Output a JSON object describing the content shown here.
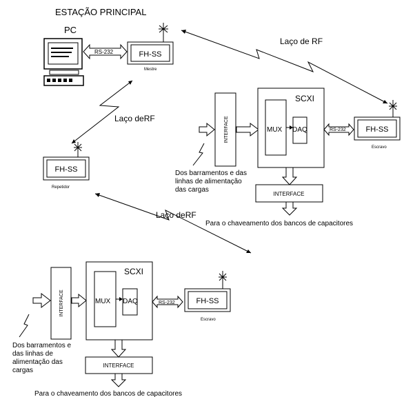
{
  "main_station_title": "ESTAÇÃO PRINCIPAL",
  "pc_label": "PC",
  "rs232_label": "RS-232",
  "fhss_label": "FH-SS",
  "master_label": "Mestre",
  "slave_label": "Escravo",
  "repeater_label": "Repetidor",
  "rf_link_label": "Laço de RF",
  "rf_link_label_alt": "Laço deRF",
  "scxi_label": "SCXI",
  "mux_label": "MUX",
  "daq_label": "DAQ",
  "interface_label": "INTERFACE",
  "input_caption_1": [
    "Dos barramentos e das",
    "linhas de alimentação",
    "das cargas"
  ],
  "input_caption_2": [
    "Dos barramentos e",
    "das linhas de",
    "alimentação das",
    "cargas"
  ],
  "output_caption": "Para o chaveamento dos bancos de capacitores"
}
